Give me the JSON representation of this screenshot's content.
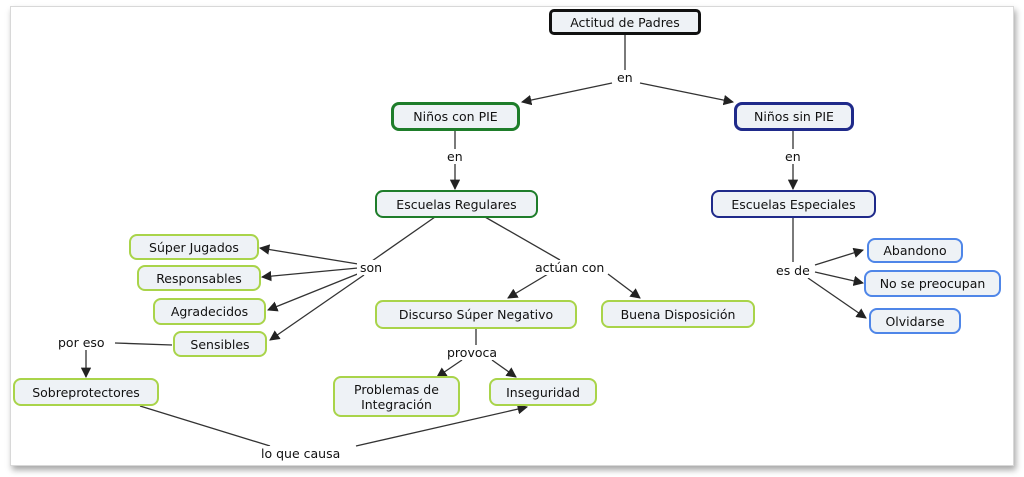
{
  "colors": {
    "root_border": "#111111",
    "green_border": "#1e7d2a",
    "navy_border": "#1f2a8a",
    "light_green_border": "#a9d44a",
    "blue_border": "#4f86e8",
    "node_fill": "#eef2f6",
    "line": "#333333"
  },
  "nodes": {
    "root": "Actitud de Padres",
    "ninos_con_pie": "Niños con PIE",
    "ninos_sin_pie": "Niños sin PIE",
    "escuelas_regulares": "Escuelas Regulares",
    "escuelas_especiales": "Escuelas Especiales",
    "super_jugados": "Súper Jugados",
    "responsables": "Responsables",
    "agradecidos": "Agradecidos",
    "sensibles": "Sensibles",
    "sobreprotectores": "Sobreprotectores",
    "discurso": "Discurso Súper Negativo",
    "buena_disposicion": "Buena Disposición",
    "problemas_1": "Problemas de",
    "problemas_2": "Integración",
    "inseguridad": "Inseguridad",
    "abandono": "Abandono",
    "no_se_preocupan": "No se preocupan",
    "olvidarse": "Olvidarse"
  },
  "links": {
    "en_root": "en",
    "en_con": "en",
    "en_sin": "en",
    "son": "son",
    "actuan_con": "actúan con",
    "por_eso": "por eso",
    "provoca": "provoca",
    "lo_que_causa": "lo que causa",
    "es_de": "es de"
  }
}
